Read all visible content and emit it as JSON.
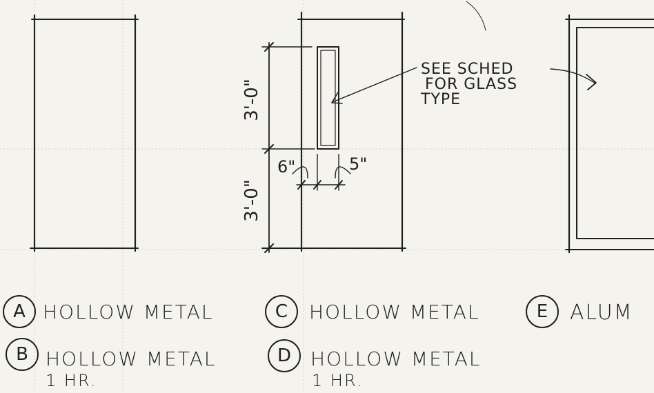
{
  "doors": [
    {
      "tag": "A",
      "material": "HOLLOW METAL",
      "rating": ""
    },
    {
      "tag": "B",
      "material": "HOLLOW METAL",
      "rating": "1 HR."
    },
    {
      "tag": "C",
      "material": "HOLLOW METAL",
      "rating": ""
    },
    {
      "tag": "D",
      "material": "HOLLOW METAL",
      "rating": "1 HR."
    },
    {
      "tag": "E",
      "material": "ALUM",
      "rating": ""
    }
  ],
  "dimensions": {
    "upper_height": "3'-0\"",
    "lower_height": "3'-0\"",
    "left_offset": "6\"",
    "glass_width": "5\""
  },
  "note": {
    "line1": "SEE SCHED",
    "line2": "FOR GLASS",
    "line3": "TYPE"
  }
}
